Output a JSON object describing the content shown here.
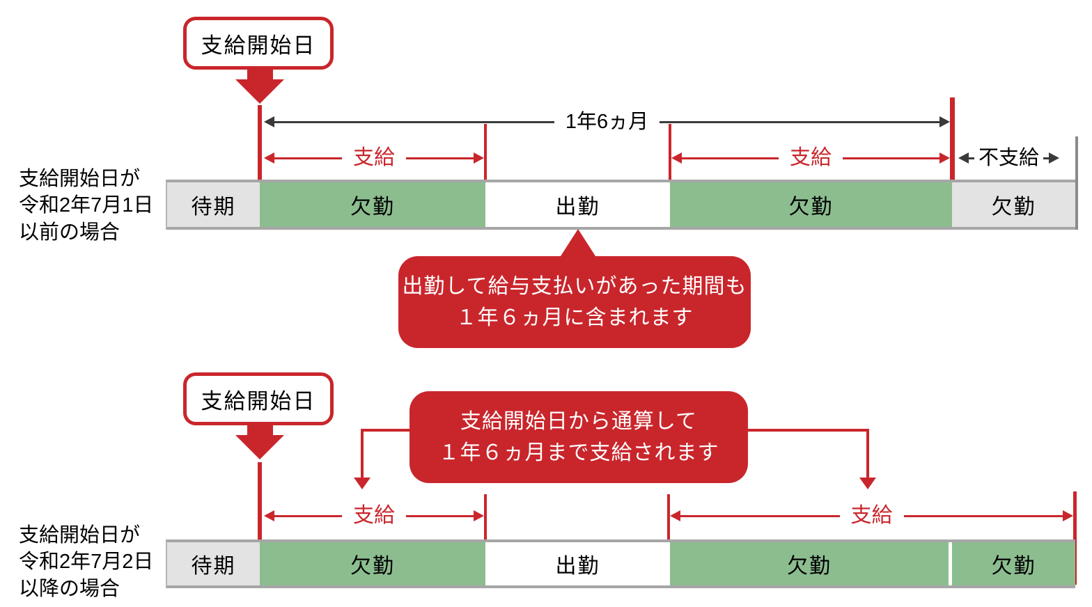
{
  "colors": {
    "accent_red": "#c9262c",
    "segment_green": "#8cbd8f",
    "segment_gray": "#e3e3e3",
    "bar_border_gray": "#a6a6a6",
    "arrow_dark": "#3a3a3a"
  },
  "diagram1": {
    "case_label_lines": [
      "支給開始日が",
      "令和2年7月1日",
      "以前の場合"
    ],
    "callout_label": "支給開始日",
    "total_span_label": "1年6ヵ月",
    "pay_label_left": "支給",
    "pay_label_right": "支給",
    "no_pay_label": "不支給",
    "segments": [
      {
        "label": "待期",
        "type": "gray"
      },
      {
        "label": "欠勤",
        "type": "green"
      },
      {
        "label": "出勤",
        "type": "white"
      },
      {
        "label": "欠勤",
        "type": "green"
      },
      {
        "label": "欠勤",
        "type": "gray"
      }
    ],
    "bubble_lines": [
      "出勤して給与支払いがあった期間も",
      "１年６ヵ月に含まれます"
    ]
  },
  "diagram2": {
    "case_label_lines": [
      "支給開始日が",
      "令和2年7月2日",
      "以降の場合"
    ],
    "callout_label": "支給開始日",
    "pay_label_left": "支給",
    "pay_label_right": "支給",
    "segments": [
      {
        "label": "待期",
        "type": "gray"
      },
      {
        "label": "欠勤",
        "type": "green"
      },
      {
        "label": "出勤",
        "type": "white"
      },
      {
        "label": "欠勤",
        "type": "green"
      },
      {
        "label": "欠勤",
        "type": "green"
      }
    ],
    "bubble_lines": [
      "支給開始日から通算して",
      "１年６ヵ月まで支給されます"
    ]
  }
}
